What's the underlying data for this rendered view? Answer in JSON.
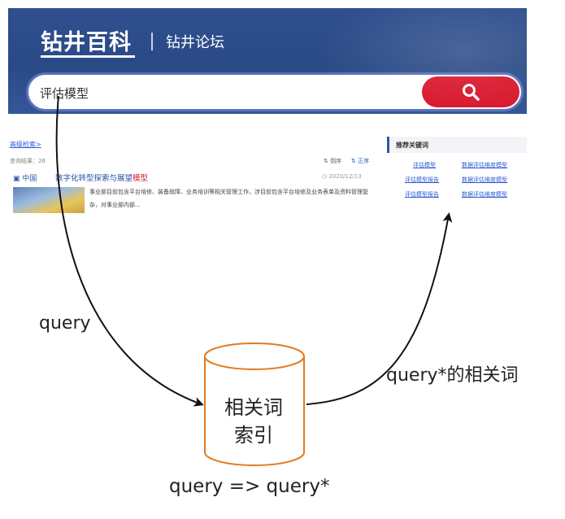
{
  "header": {
    "brand": "钻井百科",
    "forum": "钻井论坛"
  },
  "search": {
    "value": "评估模型"
  },
  "results": {
    "advanced_search": "高级检索>",
    "count": "查询结果：26",
    "sort_desc": "倒序",
    "sort_asc": "正序",
    "items": [
      {
        "source": "中国",
        "title_prefix": "数字化转型探索与展望",
        "title_highlight": "模型",
        "date": "2020/12/13",
        "snippet": "事业部目前包含平台培修、装备故障、业务培训等相关管理工作，涉目前包含平台培修及业务表单及资料管理复杂，对事业部内部..."
      }
    ]
  },
  "recommended": {
    "title": "推荐关键词",
    "keywords": [
      "评估模型",
      "数据评估维度模型",
      "评估模型报告",
      "数据评估维度模型",
      "评估模型报告",
      "数据评估维度模型"
    ]
  },
  "diagram": {
    "query_label": "query",
    "index_label": [
      "相关词",
      "索引"
    ],
    "output_label": "query*的相关词",
    "mapping_label": "query => query*"
  },
  "colors": {
    "banner": "#2f4f8e",
    "search_button": "#d9182d",
    "cylinder_stroke": "#e07b1e",
    "link": "#2b5bd6"
  }
}
